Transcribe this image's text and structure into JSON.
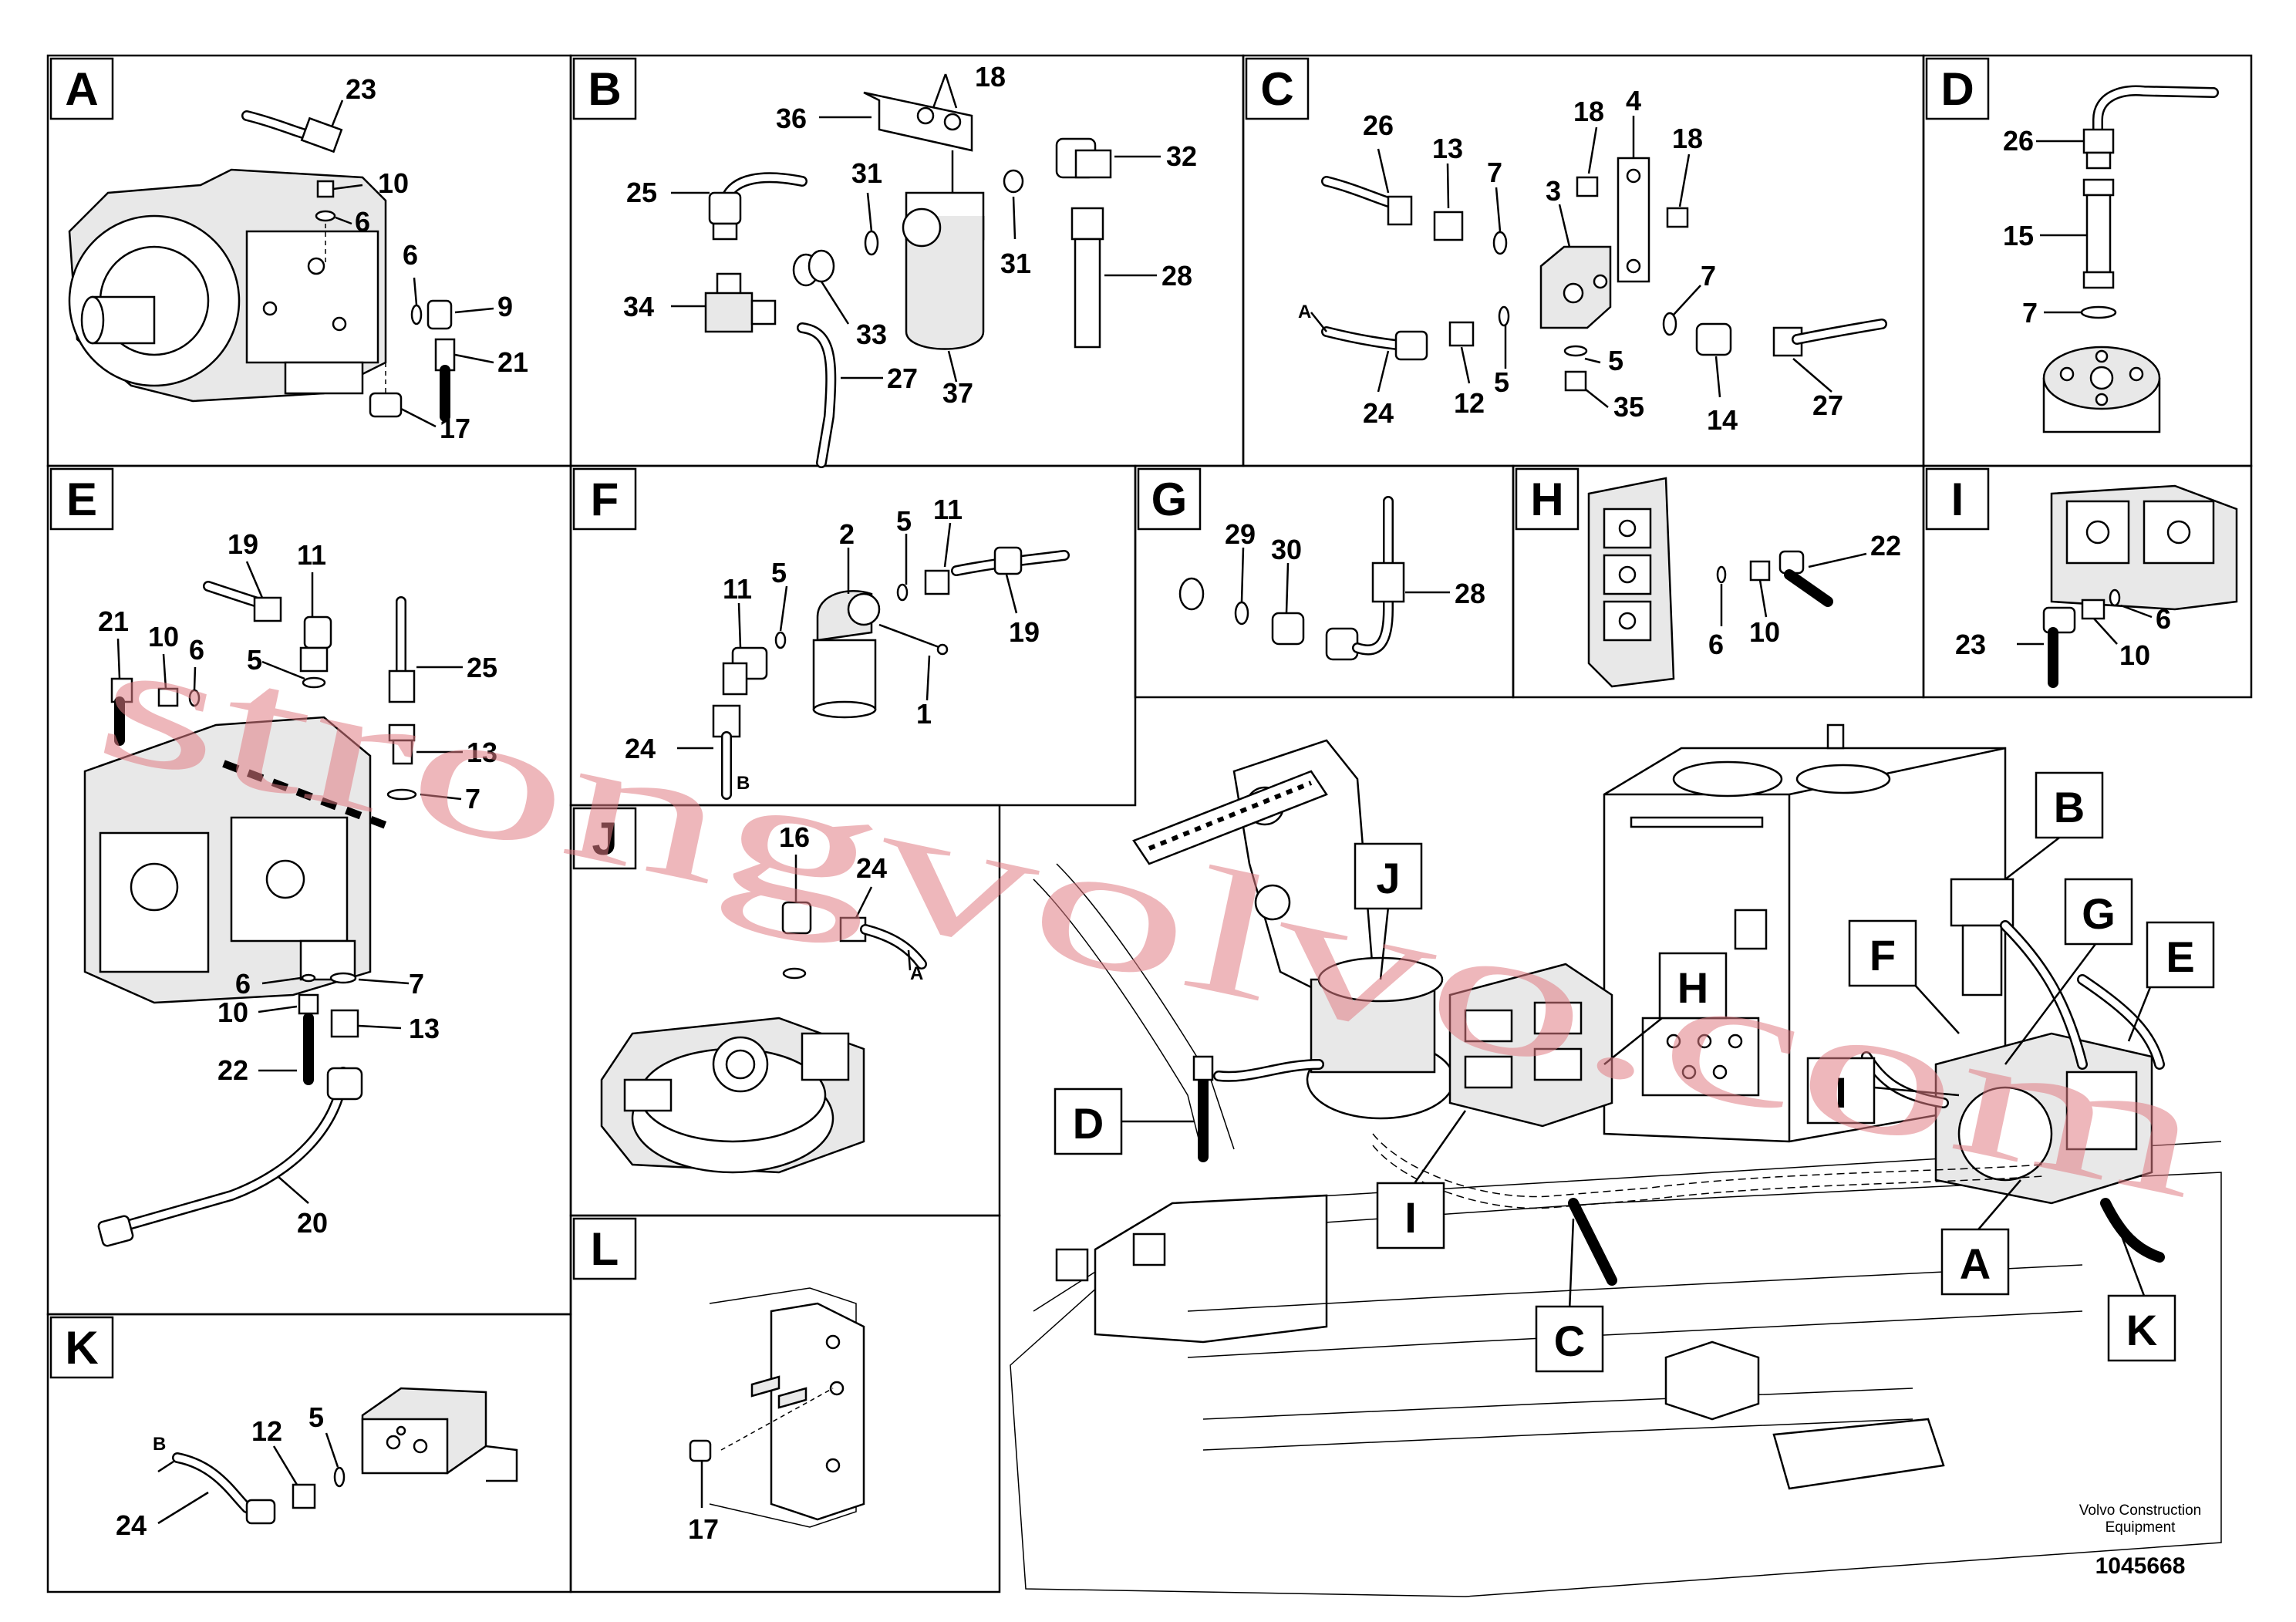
{
  "panels": [
    {
      "letter": "A",
      "callouts": [
        "23",
        "10",
        "6",
        "6",
        "9",
        "21",
        "17"
      ]
    },
    {
      "letter": "B",
      "callouts": [
        "18",
        "36",
        "32",
        "25",
        "31",
        "31",
        "28",
        "34",
        "33",
        "27",
        "37"
      ]
    },
    {
      "letter": "C",
      "callouts": [
        "18",
        "4",
        "18",
        "26",
        "13",
        "7",
        "3",
        "7",
        "A",
        "5",
        "5",
        "24",
        "12",
        "35",
        "14",
        "27"
      ]
    },
    {
      "letter": "D",
      "callouts": [
        "26",
        "15",
        "7"
      ]
    },
    {
      "letter": "E",
      "callouts": [
        "19",
        "11",
        "21",
        "10",
        "6",
        "5",
        "25",
        "13",
        "7",
        "6",
        "7",
        "10",
        "13",
        "22",
        "20"
      ]
    },
    {
      "letter": "F",
      "callouts": [
        "2",
        "5",
        "11",
        "11",
        "5",
        "19",
        "1",
        "24",
        "B"
      ]
    },
    {
      "letter": "G",
      "callouts": [
        "29",
        "30",
        "28"
      ]
    },
    {
      "letter": "H",
      "callouts": [
        "22",
        "6",
        "10"
      ]
    },
    {
      "letter": "I",
      "callouts": [
        "6",
        "23",
        "10"
      ]
    },
    {
      "letter": "J",
      "callouts": [
        "16",
        "24",
        "A"
      ]
    },
    {
      "letter": "K",
      "callouts": [
        "B",
        "12",
        "5",
        "24"
      ]
    },
    {
      "letter": "L",
      "callouts": [
        "17"
      ]
    }
  ],
  "overview_tags": [
    "B",
    "J",
    "G",
    "F",
    "E",
    "H",
    "I",
    "D",
    "I",
    "A",
    "K",
    "C"
  ],
  "watermark": "strongvolvo.com",
  "credit": {
    "line1": "Volvo Construction",
    "line2": "Equipment"
  },
  "doc_number": "1045668"
}
